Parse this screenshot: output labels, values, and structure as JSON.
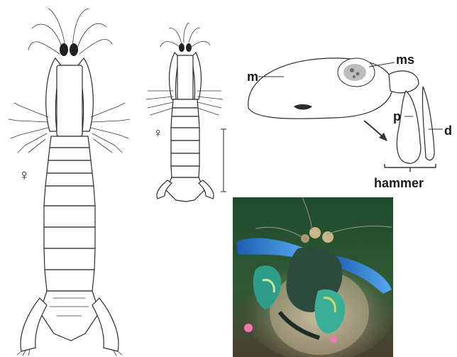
{
  "figure": {
    "panels": [
      {
        "id": "large-female",
        "sex_symbol": "♀"
      },
      {
        "id": "small-female",
        "sex_symbol": "♀"
      },
      {
        "id": "raptorial-appendage",
        "labels": {
          "m": "m",
          "ms": "ms",
          "p": "p",
          "d": "d",
          "hammer": "hammer"
        }
      },
      {
        "id": "mantis-shrimp-photo"
      }
    ],
    "colors": {
      "photo_bg": "#1f4a2e",
      "eye_blue": "#2f7fd6",
      "shell_green": "#2e9e8a",
      "ink": "#2b2b2b"
    }
  }
}
